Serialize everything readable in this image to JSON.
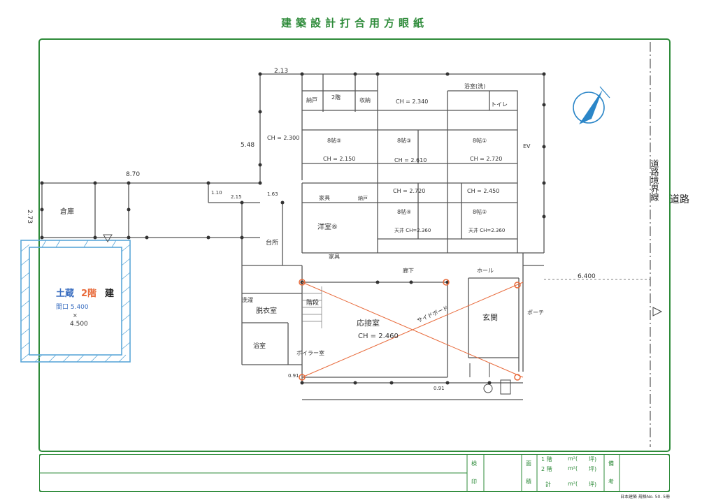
{
  "sheet": {
    "title": "建築設計打合用方眼紙",
    "footer_note": "日本建築 規格No. 50. 5冊"
  },
  "plan": {
    "dimensions": {
      "top": "2.13",
      "left_height": "5.48",
      "garage_width": "8.70",
      "garage_depth": "2.73",
      "step1": "1.10",
      "step2": "2.15",
      "step3": "1.63",
      "road_offset": "6.400",
      "bottom_left": "0.91",
      "bottom_right": "0.91"
    },
    "rooms": {
      "storage_top": "納戸",
      "wc2": "2階",
      "storage_right": "収納",
      "closet_ch": "CH = 2.340",
      "utility": "浴室(洗)",
      "toilet": "トイレ",
      "hall_ch": "CH = 2.300",
      "room5": "8帖⑤",
      "room5_ch": "CH = 2.150",
      "room3": "8帖③",
      "room3_ch": "CH = 2.610",
      "room1": "8帖①",
      "room1_ch": "CH = 2.720",
      "ev": "EV",
      "room_row_ch1": "CH = 2.720",
      "room_row_ch2": "CH = 2.450",
      "furniture": "家具",
      "storage_small": "納戸",
      "room4": "8帖④",
      "room2": "8帖②",
      "room4_note": "天井 CH=2.360",
      "room2_note": "天井 CH=2.360",
      "western": "洋室⑥",
      "furniture2": "家具",
      "kitchen": "台所",
      "corridor": "廊下",
      "hall": "ホール",
      "washing": "洗濯",
      "dressing": "脱衣室",
      "bath": "浴室",
      "boiler": "ボイラー室",
      "stair": "階段",
      "reception": "応接室",
      "reception_ch": "CH = 2.460",
      "sideboard": "サイドボード",
      "entrance": "玄関",
      "porch": "ポーチ",
      "garage": "倉庫"
    },
    "annex": {
      "label_left": "土蔵",
      "label_mid": "2階",
      "label_right": "建",
      "line2": "間口 5.400",
      "line3": "×",
      "line4": "4.500"
    },
    "road": {
      "boundary": "道路境界線",
      "road": "道路"
    },
    "colors": {
      "frame": "#2e8b3a",
      "pencil": "#444444",
      "annex": "#5aa7d8",
      "diag": "#e86a3a",
      "compass": "#2b86c8"
    }
  },
  "title_block": {
    "check": "検",
    "seal": "印",
    "area": "面",
    "area2": "積",
    "floor1": "1 階",
    "floor2": "2 階",
    "total": "計",
    "unit_m2": "m²(",
    "unit_tsubo": "坪)",
    "remarks1": "備",
    "remarks2": "考"
  }
}
